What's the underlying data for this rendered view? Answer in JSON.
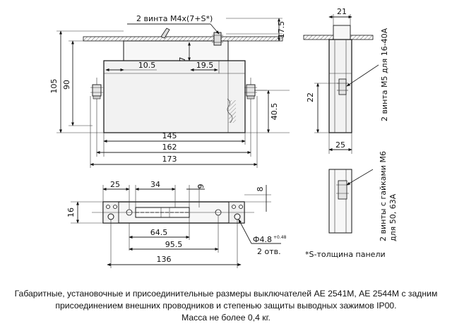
{
  "front_view": {
    "screw_callout": "2 винта M4x(7+S*)",
    "dim_105": "105",
    "dim_90": "90",
    "dim_10_5": "10.5",
    "dim_7": "7",
    "dim_19_5": "19.5",
    "dim_17_5": "17.5",
    "dim_40_5": "40.5",
    "dim_145": "145",
    "dim_162": "162",
    "dim_173": "173"
  },
  "side_view": {
    "dim_21": "21",
    "dim_22": "22",
    "dim_25": "25",
    "label_m5": "2 винта M5 для 16-40A",
    "label_m6_line1": "2 винты с гайками M6",
    "label_m6_line2": "для 50, 63A"
  },
  "bottom_view": {
    "dim_16": "16",
    "dim_25": "25",
    "dim_34": "34",
    "dim_9": "9",
    "dim_8": "8",
    "dim_64_5": "64.5",
    "dim_95_5": "95.5",
    "dim_136": "136",
    "hole_dia": "Ф4.8",
    "hole_tol": "+0.48",
    "hole_count": "2 отв.",
    "footnote": "*S-толщина панели"
  },
  "caption": {
    "line1": "Габаритные, установочные и  присоединительные размеры выключателей АЕ 2541М, АЕ 2544М с задним",
    "line2": "присоединением внешних проводников и степенью защиты выводных зажимов IP00.",
    "line3": "Масса не более 0,4 кг."
  }
}
